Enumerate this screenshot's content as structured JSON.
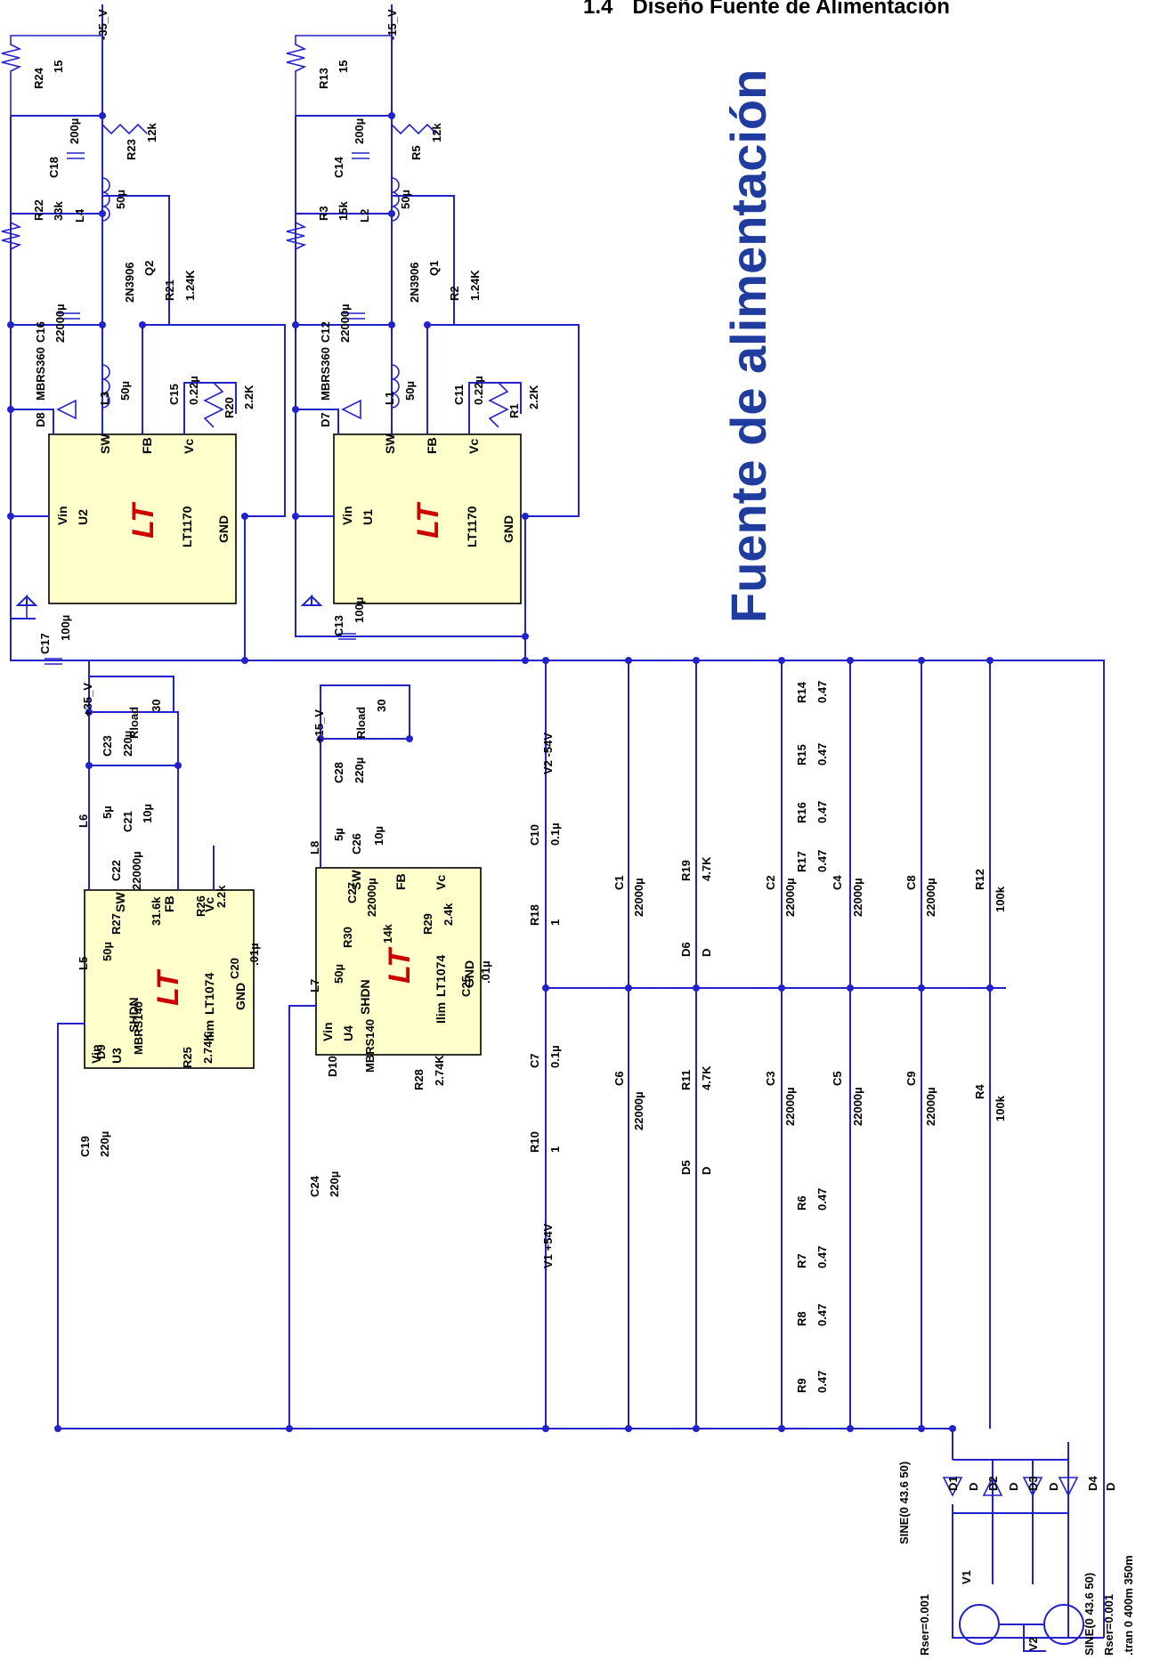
{
  "section_heading": {
    "number": "1.4",
    "title": "Diseño Fuente de Alimentación"
  },
  "schematic_title": "Fuente de alimentación",
  "regulators": [
    {
      "ref": "U2",
      "part": "LT1170",
      "pins": [
        "Vin",
        "SW",
        "FB",
        "Vc",
        "GND"
      ]
    },
    {
      "ref": "U1",
      "part": "LT1170",
      "pins": [
        "Vin",
        "SW",
        "FB",
        "Vc",
        "GND"
      ]
    },
    {
      "ref": "U3",
      "part": "LT1074",
      "pins": [
        "Vin",
        "SW",
        "FB",
        "Vc",
        "GND",
        "SHDN",
        "Ilim"
      ]
    },
    {
      "ref": "U4",
      "part": "LT1074",
      "pins": [
        "Vin",
        "SW",
        "FB",
        "Vc",
        "GND",
        "SHDN",
        "Ilim"
      ]
    }
  ],
  "net_labels": {
    "n1": "-35_V",
    "n2": "-15_V",
    "n3": "+35_V",
    "n4": "+15_V"
  },
  "components": {
    "R24": "R24",
    "R24v": "15",
    "C18": "C18",
    "C18v": "200µ",
    "R23": "R23",
    "R23v": "12k",
    "R22": "R22",
    "R22v": "33k",
    "L4": "L4",
    "L4v": "50µ",
    "C16": "C16",
    "C16v": "22000µ",
    "Q2": "Q2",
    "Q2v": "2N3906",
    "R21": "R21",
    "R21v": "1.24K",
    "D8": "D8",
    "D8v": "MBRS360",
    "L3": "L3",
    "L3v": "50µ",
    "C15": "C15",
    "C15v": "0.22µ",
    "R20": "R20",
    "R20v": "2.2K",
    "C17": "C17",
    "C17v": "100µ",
    "R13": "R13",
    "R13v": "15",
    "C14": "C14",
    "C14v": "200µ",
    "R5": "R5",
    "R5v": "12k",
    "R3": "R3",
    "R3v": "15k",
    "L2": "L2",
    "L2v": "50µ",
    "C12": "C12",
    "C12v": "22000µ",
    "Q1": "Q1",
    "Q1v": "2N3906",
    "R2": "R2",
    "R2v": "1.24K",
    "D7": "D7",
    "D7v": "MBRS360",
    "L1": "L1",
    "L1v": "50µ",
    "C11": "C11",
    "C11v": "0.22µ",
    "R1": "R1",
    "R1v": "2.2K",
    "C13": "C13",
    "C13v": "100µ",
    "Rload1": "Rload",
    "Rload1v": "30",
    "C23": "C23",
    "C23v": "220µ",
    "L6": "L6",
    "L6v": "5µ",
    "C21": "C21",
    "C21v": "10µ",
    "C22": "C22",
    "C22v": "22000µ",
    "R27": "R27",
    "R27v": "31.6k",
    "R26": "R26",
    "R26v": "2.2k",
    "L5": "L5",
    "L5v": "50µ",
    "C20": "C20",
    "C20v": ".01µ",
    "D9": "D9",
    "D9v": "MBRS140",
    "R25": "R25",
    "R25v": "2.74K",
    "C19": "C19",
    "C19v": "220µ",
    "Rload2": "Rload",
    "Rload2v": "30",
    "C28": "C28",
    "C28v": "220µ",
    "L8": "L8",
    "L8v": "5µ",
    "C26": "C26",
    "C26v": "10µ",
    "C27": "C27",
    "C27v": "22000µ",
    "R30": "R30",
    "R30v": "14k",
    "R29": "R29",
    "R29v": "2.4k",
    "L7": "L7",
    "L7v": "50µ",
    "C25": "C25",
    "C25v": ".01µ",
    "D10": "D10",
    "D10v": "MBRS140",
    "R28": "R28",
    "R28v": "2.74K",
    "C24": "C24",
    "C24v": "220µ",
    "V2rail": "V2 -54V",
    "V1rail": "V1 +54V",
    "C10": "C10",
    "C10v": "0.1µ",
    "R18": "R18",
    "R18v": "1",
    "C7": "C7",
    "C7v": "0.1µ",
    "R10": "R10",
    "R10v": "1",
    "C1": "C1",
    "C1v": "22000µ",
    "C6": "C6",
    "C6v": "22000µ",
    "R19": "R19",
    "R19v": "4.7K",
    "R11": "R11",
    "R11v": "4.7K",
    "D6": "D6",
    "D5": "D5",
    "Dled": "D",
    "C2": "C2",
    "C2v": "22000µ",
    "C3": "C3",
    "C3v": "22000µ",
    "C4": "C4",
    "C4v": "22000µ",
    "C5": "C5",
    "C5v": "22000µ",
    "C8": "C8",
    "C8v": "22000µ",
    "C9": "C9",
    "C9v": "22000µ",
    "R12": "R12",
    "R12v": "100k",
    "R4": "R4",
    "R4v": "100k",
    "R14": "R14",
    "R15": "R15",
    "R16": "R16",
    "R17": "R17",
    "R6": "R6",
    "R7": "R7",
    "R8": "R8",
    "R9": "R9",
    "Rs_v": "0.47",
    "D1": "D1",
    "D2": "D2",
    "D3": "D3",
    "D4": "D4",
    "Dmodel": "D",
    "V1": "V1",
    "V2": "V2",
    "V1src": "SINE(0 43.6 50)",
    "V1ser": "Rser=0.001",
    "V2src": "SINE(0 43.6 50)",
    "V2ser": "Rser=0.001",
    "tran": ".tran 0 400m 350m"
  }
}
